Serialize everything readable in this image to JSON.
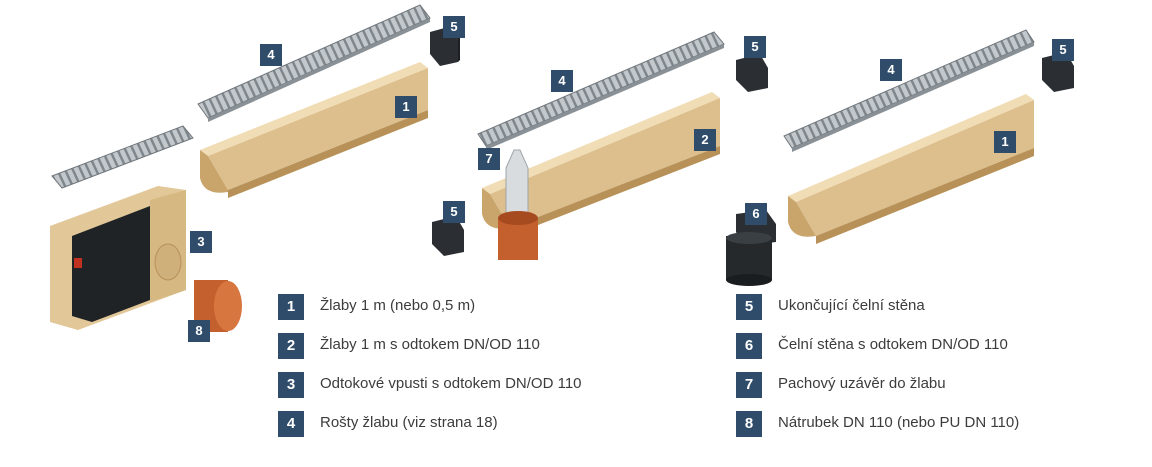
{
  "colors": {
    "badge": "#2f4d6a",
    "channel": "#e2c798",
    "channel_dark": "#c9a56c",
    "grate": "#aeb4b8",
    "end_cap": "#2b2f33",
    "pipe": "#c4602d",
    "trap": "#d8dcdf",
    "legend_text": "#3c3c3c"
  },
  "callouts": {
    "g1": {
      "grate": "4",
      "channel": "1",
      "end_cap": "5",
      "pit": "3",
      "pipe": "8"
    },
    "g2": {
      "grate": "4",
      "channel": "2",
      "end_cap_top": "5",
      "end_cap_bottom": "5",
      "trap": "7"
    },
    "g3": {
      "grate": "4",
      "channel": "1",
      "end_cap_top": "5",
      "end_cap_outlet": "6"
    }
  },
  "legend": [
    {
      "num": "1",
      "text": "Žlaby 1 m (nebo 0,5 m)"
    },
    {
      "num": "2",
      "text": "Žlaby 1 m s odtokem DN/OD 110"
    },
    {
      "num": "3",
      "text": "Odtokové vpusti s odtokem DN/OD 110"
    },
    {
      "num": "4",
      "text": "Rošty žlabu (viz strana 18)"
    },
    {
      "num": "5",
      "text": "Ukončující čelní stěna"
    },
    {
      "num": "6",
      "text": "Čelní stěna s odtokem DN/OD 110"
    },
    {
      "num": "7",
      "text": "Pachový uzávěr do žlabu"
    },
    {
      "num": "8",
      "text": "Nátrubek DN 110 (nebo PU DN 110)"
    }
  ]
}
